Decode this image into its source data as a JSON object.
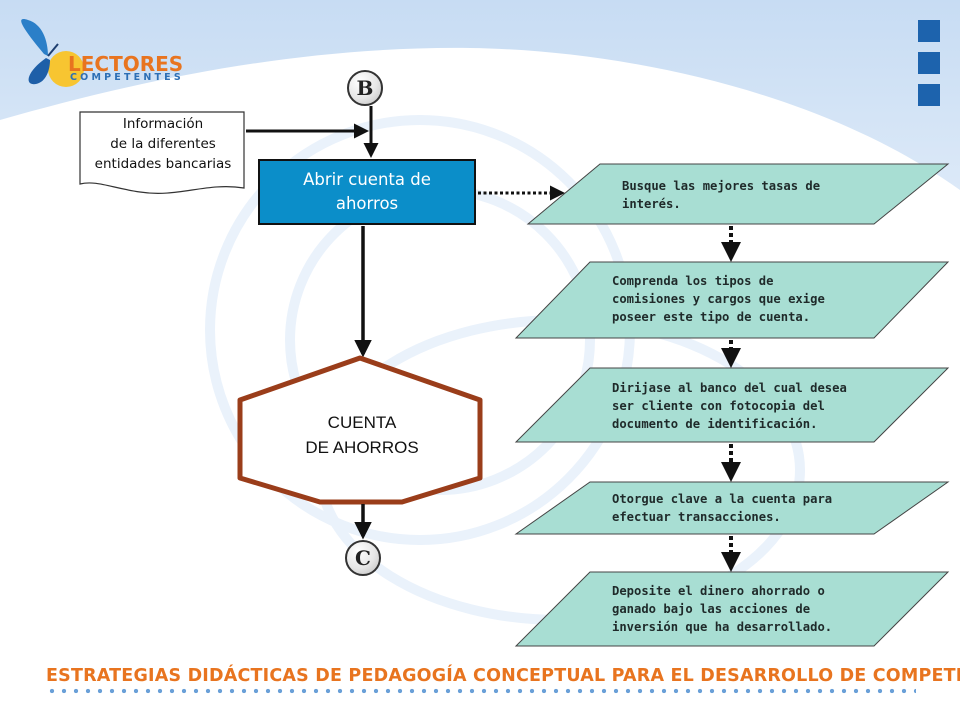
{
  "logo": {
    "word": "LECTORES",
    "sub": "COMPETENTES"
  },
  "diagram": {
    "connector_top": "B",
    "connector_bottom": "C",
    "document_lines": [
      "Información",
      "de la diferentes",
      "entidades bancarias"
    ],
    "process_lines": [
      "Abrir cuenta de",
      "ahorros"
    ],
    "terminal_lines": [
      "CUENTA",
      "DE AHORROS"
    ],
    "steps": [
      {
        "lines": [
          "Busque las mejores tasas de",
          "interés."
        ]
      },
      {
        "lines": [
          "Comprenda los tipos de",
          "comisiones y cargos que exige",
          "poseer este tipo de cuenta."
        ]
      },
      {
        "lines": [
          "Dirijase al banco del cual desea",
          "ser cliente con fotocopia del",
          "documento de identificación."
        ]
      },
      {
        "lines": [
          "Otorgue clave a la cuenta para",
          "efectuar transacciones."
        ]
      },
      {
        "lines": [
          "Deposite el dinero ahorrado o",
          "ganado bajo las acciones de",
          "inversión que ha desarrollado."
        ]
      }
    ]
  },
  "footer": {
    "title": "ESTRATEGIAS DIDÁCTICAS DE PEDAGOGÍA CONCEPTUAL PARA EL DESARROLLO DE COMPETENCIAS DE LECTURA"
  },
  "colors": {
    "process_fill": "#0b8ec9",
    "step_fill": "#a8ded3",
    "terminal_stroke": "#9a3d1a",
    "accent_orange": "#e8741f",
    "accent_blue": "#1d63ad"
  }
}
